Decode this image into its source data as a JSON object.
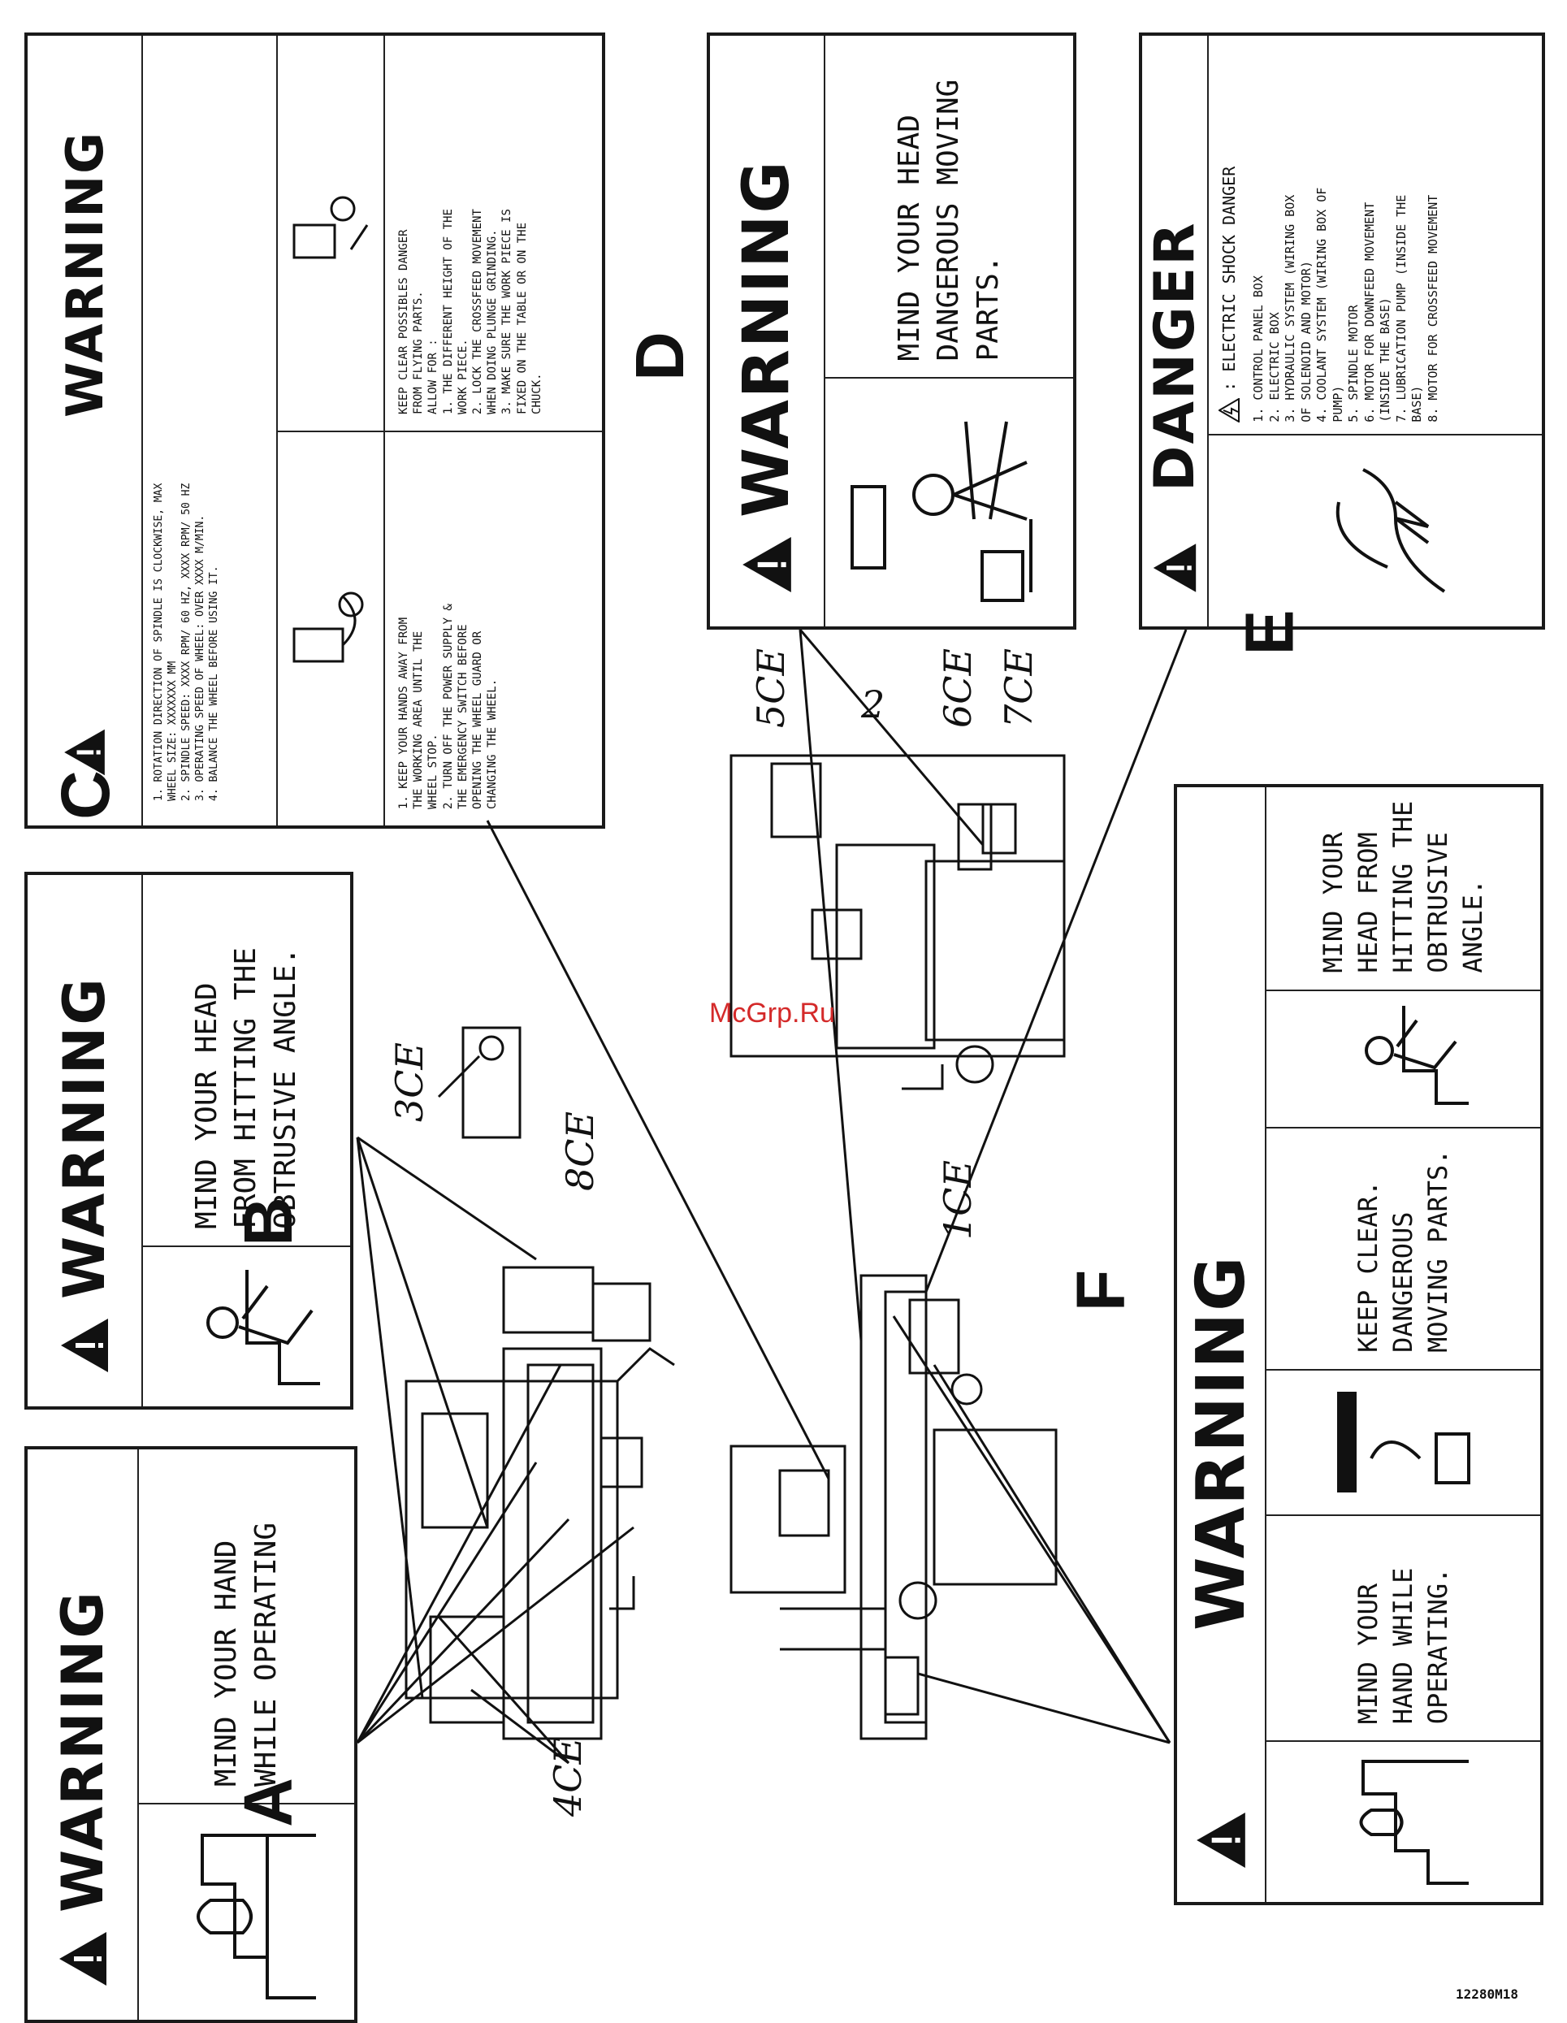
{
  "watermark": "McGrp.Ru",
  "figure_id": "12280M18",
  "labels": {
    "A": {
      "letter": "A",
      "header": "WARNING",
      "text": "MIND YOUR HAND\nWHILE OPERATING"
    },
    "B": {
      "letter": "B",
      "header": "WARNING",
      "text": "MIND YOUR HEAD\nFROM HITTING THE\nOBTRUSIVE ANGLE."
    },
    "C": {
      "letter": "C",
      "header": "WARNING",
      "spec_text": "1. ROTATION DIRECTION OF SPINDLE IS CLOCKWISE, MAX\n   WHEEL SIZE: XXXXXXX MM\n2. SPINDLE SPEED: XXXX RPM/ 60 HZ, XXXX RPM/ 50 HZ\n3. OPERATING SPEED OF WHEEL: OVER XXXX M/MIN.\n4. BALANCE THE WHEEL BEFORE USING IT.",
      "left_text": "1. KEEP YOUR HANDS AWAY FROM\n   THE WORKING AREA UNTIL THE\n   WHEEL STOP.\n2. TURN OFF THE POWER SUPPLY &\n   THE EMERGENCY SWITCH BEFORE\n   OPENING THE WHEEL GUARD OR\n   CHANGING THE WHEEL.",
      "right_text": "KEEP CLEAR POSSIBLES DANGER\nFROM FLYING PARTS.\nALLOW FOR :\n1. THE DIFFERENT HEIGHT OF THE\n   WORK PIECE.\n2. LOCK THE CROSSFEED MOVEMENT\n   WHEN DOING PLUNGE GRINDING.\n3. MAKE SURE THE WORK PIECE IS\n   FIXED ON THE TABLE OR ON THE\n   CHUCK."
    },
    "D": {
      "letter": "D",
      "header": "WARNING",
      "text": "MIND YOUR HEAD\nDANGEROUS MOVING\nPARTS."
    },
    "E": {
      "letter": "E",
      "header": "DANGER",
      "subheader": ": ELECTRIC SHOCK DANGER",
      "items": [
        "1. CONTROL PANEL BOX",
        "2. ELECTRIC BOX",
        "3. HYDRAULIC SYSTEM (WIRING BOX\n   OF SOLENOID AND MOTOR)",
        "4. COOLANT SYSTEM (WIRING BOX OF\n   PUMP)",
        "5. SPINDLE MOTOR",
        "6. MOTOR FOR DOWNFEED MOVEMENT\n   (INSIDE THE BASE)",
        "7. LUBRICATION PUMP (INSIDE THE\n   BASE)",
        "8. MOTOR FOR CROSSFEED MOVEMENT"
      ]
    },
    "F": {
      "letter": "F",
      "header": "WARNING",
      "texts": [
        "MIND YOUR\nHAND WHILE\nOPERATING.",
        "KEEP CLEAR.\nDANGEROUS\nMOVING PARTS.",
        "MIND YOUR\nHEAD FROM\nHITTING THE\nOBTRUSIVE\nANGLE."
      ]
    }
  },
  "callouts": [
    "1CE",
    "2",
    "3CE",
    "4CE",
    "5CE",
    "6CE",
    "7CE",
    "8CE"
  ]
}
